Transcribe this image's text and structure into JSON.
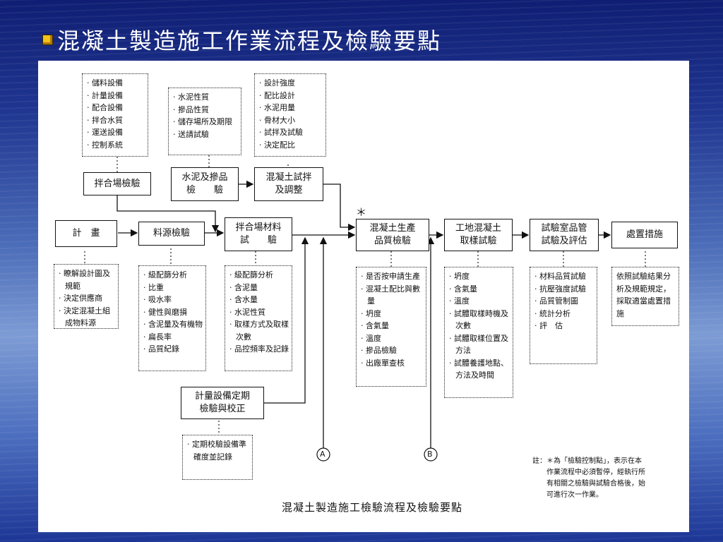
{
  "slide": {
    "title": "混凝土製造施工作業流程及檢驗要點"
  },
  "diagram": {
    "caption": "混凝土製造施工檢驗流程及檢驗要點",
    "asterisk": "＊",
    "connector_a": "A",
    "connector_b": "B",
    "footnote": [
      "註：＊為「檢驗控制點」，表示在本",
      "作業流程中必須暫停，經執行所",
      "有相關之檢驗與試驗合格後，始",
      "可進行次一作業。"
    ],
    "boxes": {
      "plan": "計　畫",
      "source_check": "料源檢驗",
      "plant_material_test": "拌合場材料\n試　　驗",
      "concrete_quality": "混凝土生產\n品質檢驗",
      "site_sampling": "工地混凝土\n取樣試驗",
      "lab_qc": "試驗室品管\n試驗及評估",
      "treatment": "處置措施",
      "plant_check": "拌合場檢驗",
      "cement_admix": "水泥及摻品\n檢　　驗",
      "trial_mix": "混凝土試拌\n及調整",
      "scale_calibration": "計量設備定期\n檢驗與校正"
    },
    "notes": {
      "plant_check": [
        "儲料設備",
        "計量設備",
        "配合設備",
        "拌合水質",
        "運送設備",
        "控制系統"
      ],
      "cement_admix": [
        "水泥性質",
        "摻品性質",
        "儲存場所及期限",
        "送請試驗"
      ],
      "trial_mix": [
        "設計強度",
        "配比設計",
        "水泥用量",
        "骨材大小",
        "試拌及試驗",
        "決定配比"
      ],
      "plan": [
        "瞭解設計圖及規範",
        "決定供應商",
        "決定混凝土組成物料源"
      ],
      "source_check": [
        "級配篩分析",
        "比重",
        "吸水率",
        "健性與磨損",
        "含泥量及有機物",
        "扁長率",
        "品質紀錄"
      ],
      "plant_material_test": [
        "級配篩分析",
        "含泥量",
        "含水量",
        "水泥性質",
        "取樣方式及取樣次數",
        "品控頻率及記錄"
      ],
      "concrete_quality": [
        "是否按申請生產",
        "混凝土配比與數量",
        "坍度",
        "含氣量",
        "溫度",
        "摻品檢驗",
        "出廠單查核"
      ],
      "site_sampling": [
        "坍度",
        "含氣量",
        "溫度",
        "試體取樣時機及次數",
        "試體取樣位置及方法",
        "試體養護地點、方法及時間"
      ],
      "lab_qc": [
        "材料品質試驗",
        "抗壓強度試驗",
        "品質管制圖",
        "統計分析",
        "評　估"
      ],
      "treatment": [
        "依照試驗結果分析及規範規定，採取適當處置措施"
      ],
      "scale_calibration": [
        "定期校驗設備準確度並記錄"
      ]
    },
    "colors": {
      "bullet": "#f2c21b",
      "panel": "#ffffff",
      "line": "#111111"
    }
  }
}
